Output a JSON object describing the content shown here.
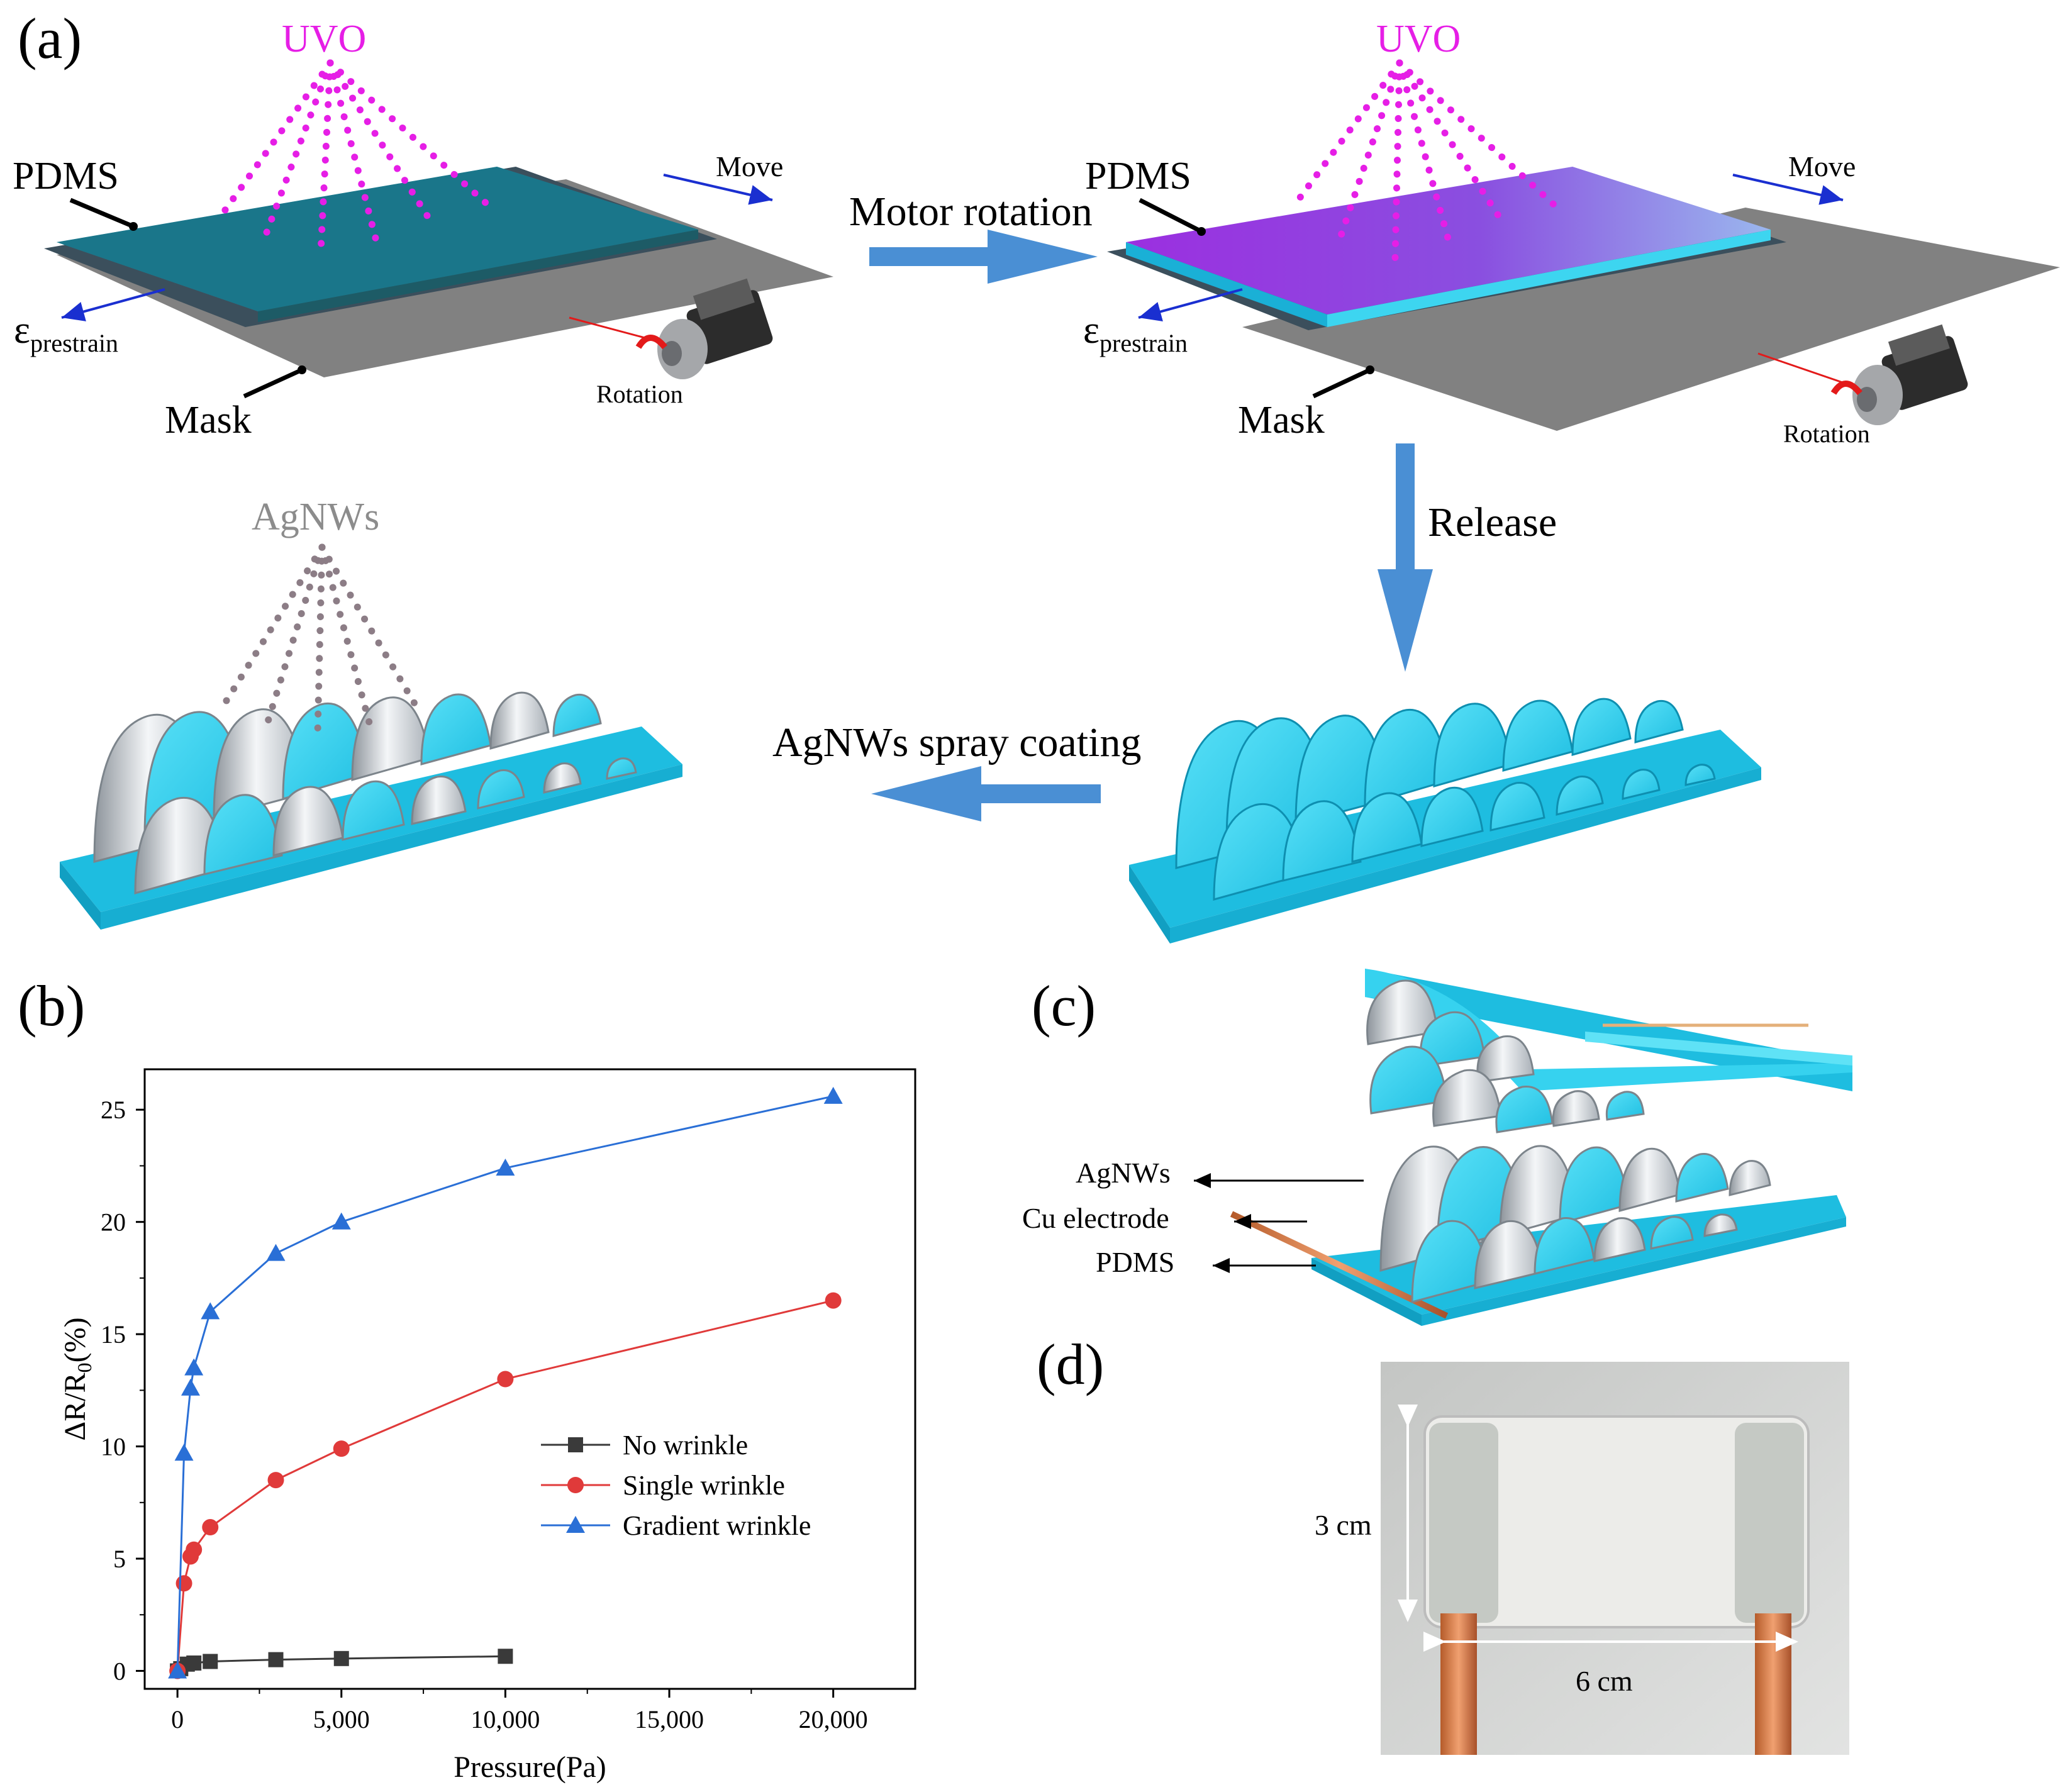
{
  "panels": {
    "a": {
      "label": "(a)",
      "uvo_left": "UVO",
      "uvo_right": "UVO",
      "pdms_left": "PDMS",
      "pdms_right": "PDMS",
      "move_left": "Move",
      "move_right": "Move",
      "eps_symbol": "ε",
      "eps_sub": "prestrain",
      "mask_left": "Mask",
      "mask_right": "Mask",
      "rotation_left": "Rotation",
      "rotation_right": "Rotation",
      "motor_rotation": "Motor rotation",
      "release": "Release",
      "agnws_spray": "AgNWs",
      "spray_coating": "AgNWs spray coating"
    },
    "b": {
      "label": "(b)"
    },
    "c": {
      "label": "(c)",
      "agnws": "AgNWs",
      "cu_electrode": "Cu electrode",
      "pdms": "PDMS"
    },
    "d": {
      "label": "(d)",
      "height_dim": "3 cm",
      "width_dim": "6 cm"
    }
  },
  "colors": {
    "uvo": "#e61ee6",
    "pdms_cyan": "#2fc6e6",
    "arrow_blue": "#4a8fd4",
    "no_wrinkle": "#3a3a3a",
    "single_wrinkle": "#e03a3a",
    "gradient_wrinkle": "#2a6fd6"
  },
  "chart_data": {
    "type": "line",
    "xlabel": "Pressure(Pa)",
    "ylabel_main": "ΔR/R",
    "ylabel_sub": "0",
    "ylabel_tail": "(%)",
    "xlim": [
      -1000,
      22500
    ],
    "ylim": [
      -0.8,
      26.8
    ],
    "xticks": [
      0,
      5000,
      10000,
      15000,
      20000
    ],
    "xtick_labels": [
      "0",
      "5,000",
      "10,000",
      "15,000",
      "20,000"
    ],
    "yticks": [
      0,
      5,
      10,
      15,
      20,
      25
    ],
    "ytick_labels": [
      "0",
      "5",
      "10",
      "15",
      "20",
      "25"
    ],
    "legend_position": "center-right",
    "grid": false,
    "series": [
      {
        "name": "No wrinkle",
        "marker": "square",
        "x": [
          0,
          100,
          300,
          500,
          1000,
          3000,
          5000,
          10000
        ],
        "y": [
          0,
          0.1,
          0.3,
          0.35,
          0.42,
          0.5,
          0.55,
          0.65
        ]
      },
      {
        "name": "Single wrinkle",
        "marker": "circle",
        "x": [
          0,
          200,
          400,
          500,
          1000,
          3000,
          5000,
          10000,
          20000
        ],
        "y": [
          0,
          3.9,
          5.1,
          5.4,
          6.4,
          8.5,
          9.9,
          13.0,
          16.5
        ]
      },
      {
        "name": "Gradient wrinkle",
        "marker": "triangle",
        "x": [
          0,
          200,
          400,
          500,
          1000,
          3000,
          5000,
          10000,
          20000
        ],
        "y": [
          0,
          9.7,
          12.6,
          13.5,
          16.0,
          18.6,
          20.0,
          22.4,
          25.6
        ]
      }
    ]
  }
}
